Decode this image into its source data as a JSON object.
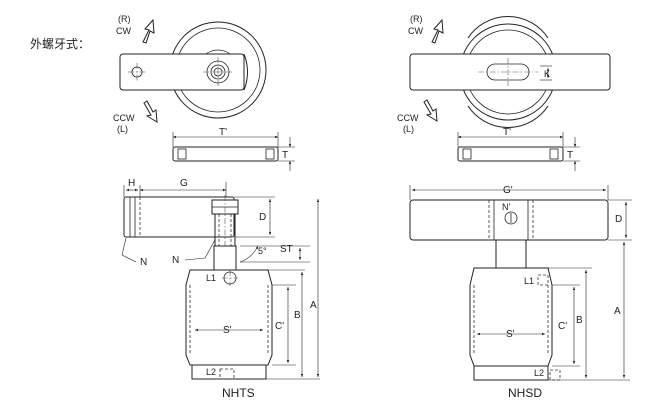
{
  "heading": "外螺牙式：",
  "left": {
    "rotation_cw": {
      "code": "(R)",
      "dir": "CW"
    },
    "rotation_ccw": {
      "dir": "CCW",
      "code": "(L)"
    },
    "dims": {
      "T_prime": "T'",
      "T": "T",
      "H": "H",
      "G": "G",
      "D": "D",
      "angle": "5°",
      "ST": "ST",
      "N1": "N",
      "N2": "N",
      "L1": "L1",
      "S_prime": "S'",
      "C_prime": "C'",
      "B": "B",
      "A": "A",
      "L2": "L2"
    },
    "caption": "NHTS"
  },
  "right": {
    "rotation_cw": {
      "code": "(R)",
      "dir": "CW"
    },
    "rotation_ccw": {
      "dir": "CCW",
      "code": "(L)"
    },
    "dims": {
      "K": "K",
      "T_prime": "T'",
      "T": "T",
      "G_prime": "G'",
      "N_prime": "N'",
      "D": "D",
      "L1": "L1",
      "S_prime": "S'",
      "C_prime": "C'",
      "B": "B",
      "A": "A",
      "L2": "L2"
    },
    "caption": "NHSD"
  }
}
